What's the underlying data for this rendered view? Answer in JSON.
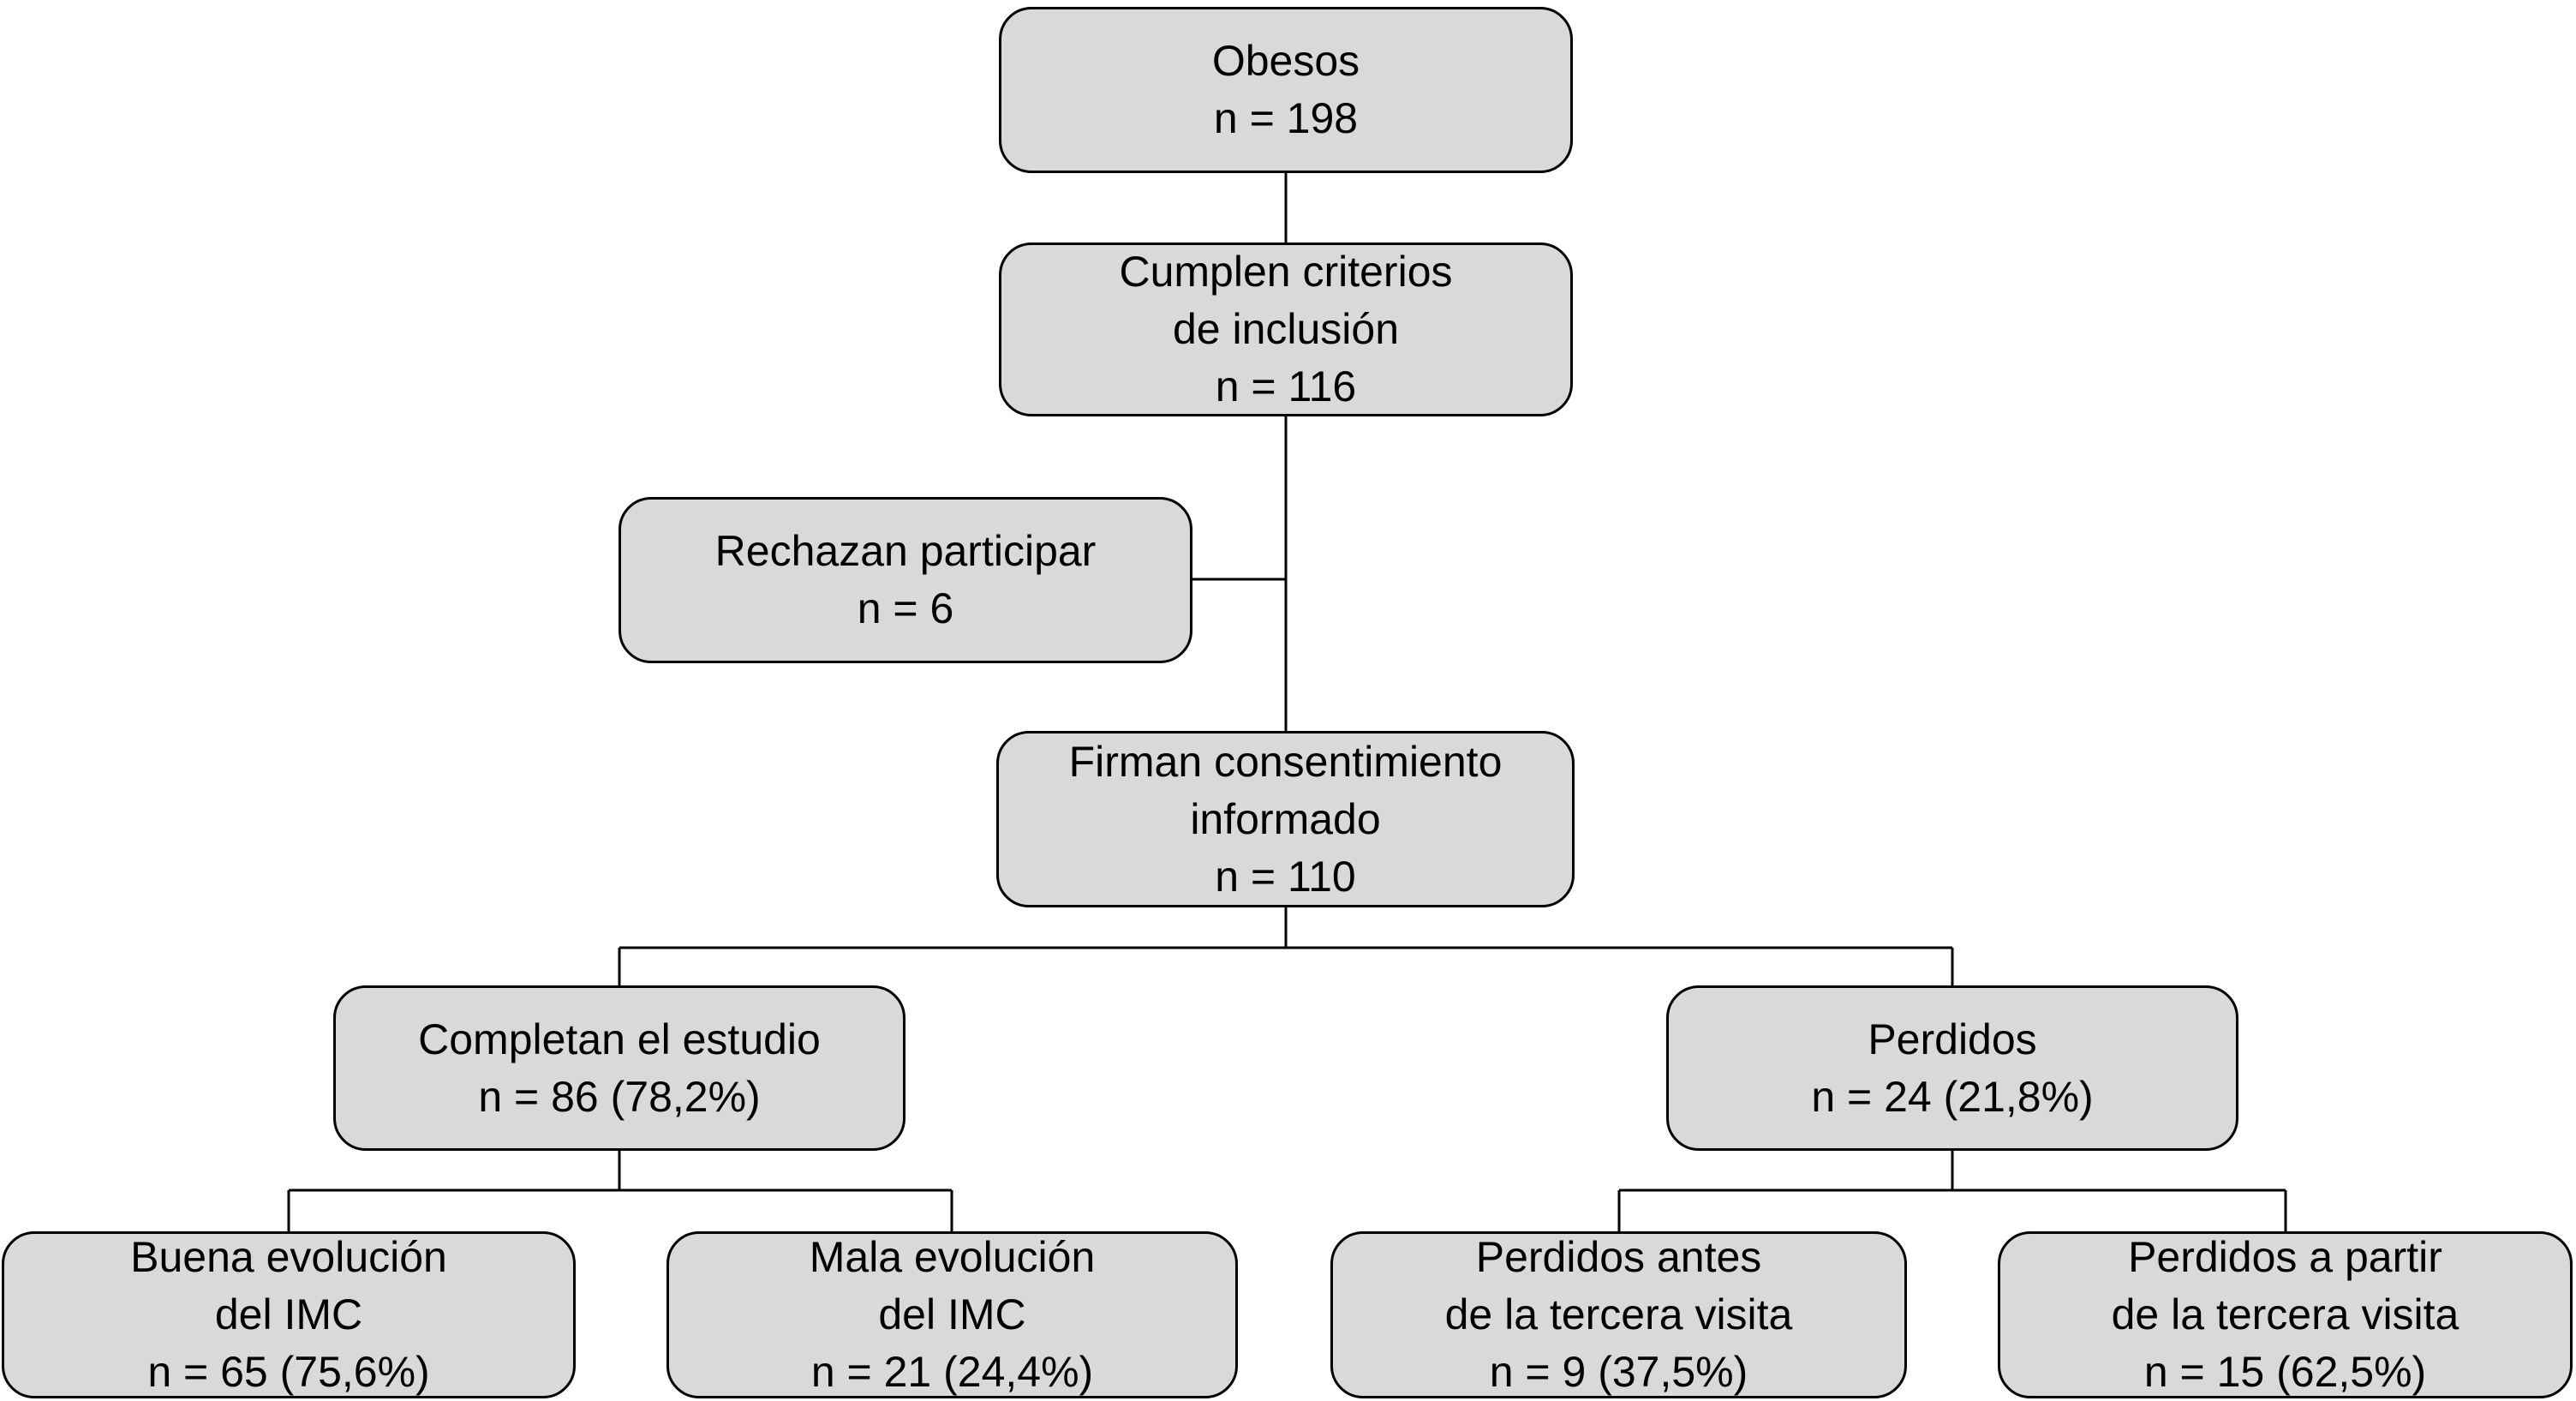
{
  "colors": {
    "box_fill": "#d9d9d9",
    "box_border": "#000000",
    "connector": "#000000",
    "background": "#ffffff"
  },
  "nodes": {
    "obesos": {
      "label": "Obesos",
      "count": "n = 198"
    },
    "cumplen": {
      "label_line1": "Cumplen criterios",
      "label_line2": "de inclusión",
      "count": "n = 116"
    },
    "rechazan": {
      "label": "Rechazan participar",
      "count": "n = 6"
    },
    "firman": {
      "label_line1": "Firman consentimiento",
      "label_line2": "informado",
      "count": "n = 110"
    },
    "completan": {
      "label": "Completan el estudio",
      "count": "n = 86 (78,2%)"
    },
    "perdidos": {
      "label": "Perdidos",
      "count": "n = 24 (21,8%)"
    },
    "buena": {
      "label_line1": "Buena evolución",
      "label_line2": "del IMC",
      "count": "n = 65 (75,6%)"
    },
    "mala": {
      "label_line1": "Mala evolución",
      "label_line2": "del IMC",
      "count": "n = 21 (24,4%)"
    },
    "perdidos_antes": {
      "label_line1": "Perdidos antes",
      "label_line2": "de la tercera visita",
      "count": "n = 9 (37,5%)"
    },
    "perdidos_partir": {
      "label_line1": "Perdidos a partir",
      "label_line2": "de la tercera visita",
      "count": "n = 15 (62,5%)"
    }
  }
}
